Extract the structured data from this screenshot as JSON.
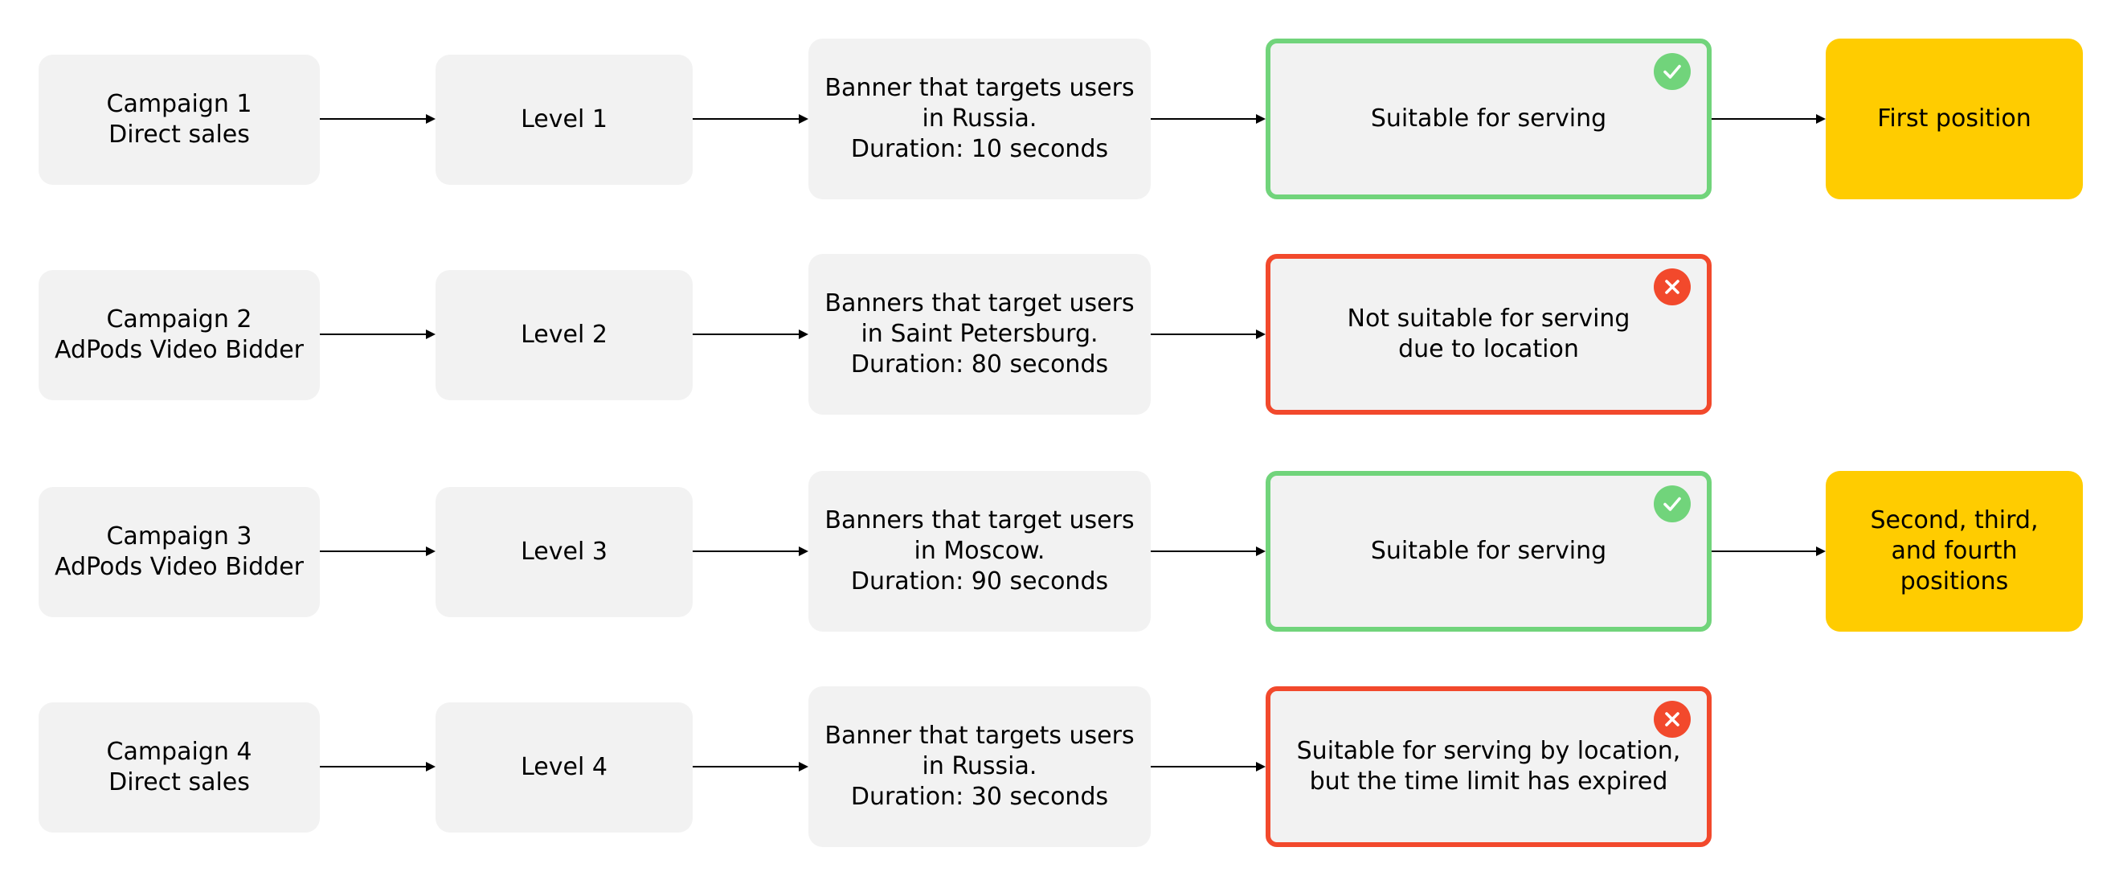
{
  "colors": {
    "box_fill": "#f2f2f2",
    "suitable_border": "#71d47b",
    "not_suitable_border": "#f2492c",
    "position_fill": "#ffcc00",
    "arrow": "#000000"
  },
  "rows": [
    {
      "campaign": "Campaign 1\nDirect sales",
      "level": "Level 1",
      "banner": "Banner that targets users\nin Russia.\nDuration: 10 seconds",
      "status": "Suitable for serving",
      "status_kind": "suitable",
      "status_icon": "check-icon",
      "position": "First position"
    },
    {
      "campaign": "Campaign 2\nAdPods Video Bidder",
      "level": "Level 2",
      "banner": "Banners that target users\nin Saint Petersburg.\nDuration: 80 seconds",
      "status": "Not suitable for serving\ndue to location",
      "status_kind": "not-suitable",
      "status_icon": "cross-icon",
      "position": null
    },
    {
      "campaign": "Campaign 3\nAdPods Video Bidder",
      "level": "Level 3",
      "banner": "Banners that target users\nin Moscow.\nDuration: 90 seconds",
      "status": "Suitable for serving",
      "status_kind": "suitable",
      "status_icon": "check-icon",
      "position": "Second, third,\nand fourth\npositions"
    },
    {
      "campaign": "Campaign 4\nDirect sales",
      "level": "Level 4",
      "banner": "Banner that targets users\nin Russia.\nDuration: 30 seconds",
      "status": "Suitable for serving by location,\nbut the time limit has expired",
      "status_kind": "not-suitable",
      "status_icon": "cross-icon",
      "position": null
    }
  ]
}
